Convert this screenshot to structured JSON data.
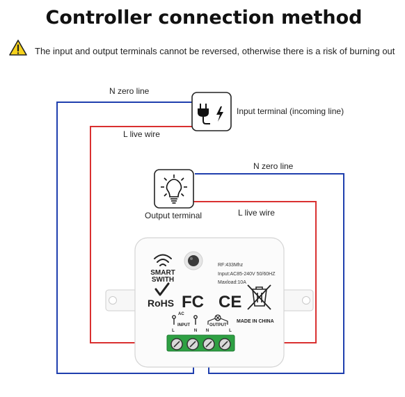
{
  "title": "Controller connection method",
  "warning": {
    "icon": "warning-triangle-icon",
    "text": "The input and output terminals cannot be reversed, otherwise there is a risk of burning out"
  },
  "input_box": {
    "icon": "plug-lightning-icon",
    "label": "Input terminal (incoming line)"
  },
  "output_box": {
    "icon": "light-bulb-icon",
    "label": "Output terminal"
  },
  "wires": {
    "input_neutral_label": "N zero line",
    "input_live_label": "L live wire",
    "output_neutral_label": "N zero line",
    "output_live_label": "L live wire",
    "neutral_color": "#1f3fae",
    "live_color": "#d93030"
  },
  "device": {
    "brand_line1": "SMART",
    "brand_line2": "SWITH",
    "spec_rf": "RF:433Mhz",
    "spec_input": "Input:AC85-240V 50/60HZ",
    "spec_load": "Maxload:10A",
    "rohs": "RoHS",
    "fc": "FC",
    "ce": "CE",
    "ac": "AC",
    "input_label": "INPUT",
    "output_label": "OUTPUT",
    "made_in": "MADE IN CHINA",
    "terminal_labels": [
      "L",
      "N",
      "N",
      "L"
    ],
    "terminal_color": "#2ea043"
  }
}
